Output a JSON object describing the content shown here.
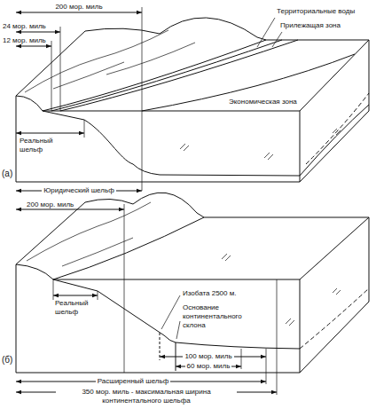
{
  "diagram": {
    "labels": [
      "200 мор. миль",
      "24 мор. миль",
      "12 мор. миль",
      "Территориальные воды",
      "Прилежащая зона",
      "Экономическая зона",
      "Реальный шельф",
      "Юридический шельф",
      "(а)",
      "200 мор. миль",
      "Реальный шельф",
      "Изобата 2500 м.",
      "Основание континентального склона",
      "100 мор. миль",
      "60 мор. миль",
      "Расширенный шельф",
      "350 мор. миль - максимальная ширина континентального шельфа",
      "(б)"
    ]
  }
}
